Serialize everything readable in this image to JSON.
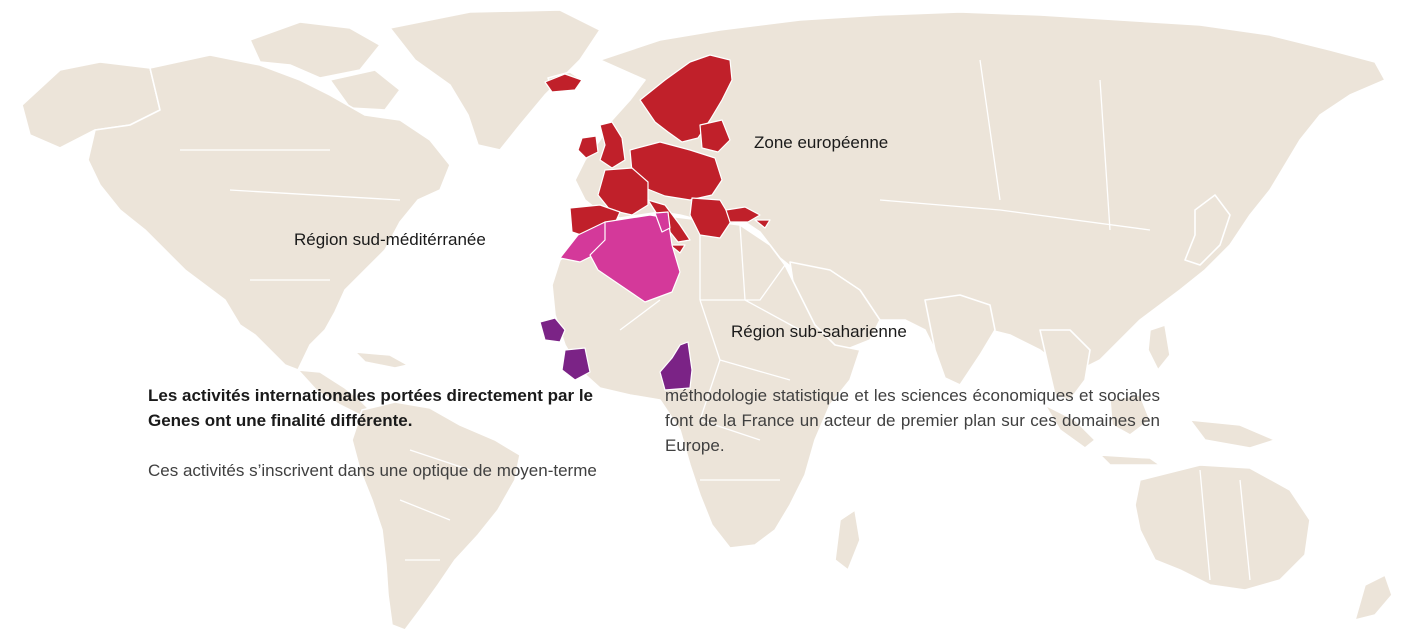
{
  "map": {
    "labels": {
      "europe": "Zone européenne",
      "south_med": "Région sud-méditérranée",
      "sub_saharan": "Région sub-saharienne"
    },
    "colors": {
      "land": "#ece4d9",
      "europe": "#c0202a",
      "south_med": "#d4399a",
      "sub_saharan": "#7b2386"
    }
  },
  "text": {
    "lead": "Les activités internationales portées directement par le Genes ont une finalité différente.",
    "left_paragraph": "Ces activités s’inscrivent dans une optique de moyen-terme",
    "right_paragraph": "méthodologie statistique et les sciences économiques et sociales font de la France un acteur de premier plan sur ces domaines en Europe."
  }
}
